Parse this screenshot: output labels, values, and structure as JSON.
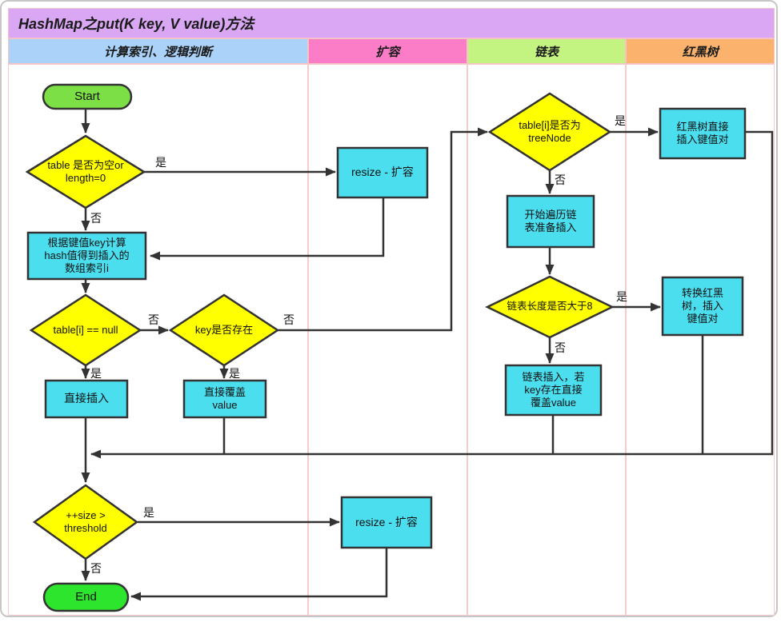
{
  "title": "HashMap之put(K key, V value)方法",
  "lanes": [
    {
      "label": "计算索引、逻辑判断",
      "color": "#abd2f8"
    },
    {
      "label": "扩容",
      "color": "#fb7cc7"
    },
    {
      "label": "链表",
      "color": "#c3f381"
    },
    {
      "label": "红黑树",
      "color": "#fab26d"
    }
  ],
  "nodes": {
    "start": {
      "label": "Start"
    },
    "d_empty": {
      "label": "table 是否为空or\nlength=0"
    },
    "box_hash": {
      "label": "根据键值key计算\nhash值得到插入的\n数组索引i"
    },
    "d_null": {
      "label": "table[i] == null"
    },
    "d_keyexist": {
      "label": "key是否存在"
    },
    "box_insert": {
      "label": "直接插入"
    },
    "box_override": {
      "label": "直接覆盖\nvalue"
    },
    "box_resize1": {
      "label": "resize - 扩容"
    },
    "d_treenode": {
      "label": "table[i]是否为\ntreeNode"
    },
    "box_traverse": {
      "label": "开始遍历链\n表准备插入"
    },
    "d_len8": {
      "label": "链表长度是否大于8"
    },
    "box_listinsert": {
      "label": "链表插入，若\nkey存在直接\n覆盖value"
    },
    "box_rbinsert": {
      "label": "红黑树直接\n插入键值对"
    },
    "box_rbconvert": {
      "label": "转换红黑\n树，插入\n键值对"
    },
    "d_size": {
      "label": "++size >\nthreshold"
    },
    "box_resize2": {
      "label": "resize - 扩容"
    },
    "end": {
      "label": "End"
    }
  },
  "edge_labels": {
    "yes": "是",
    "no": "否"
  },
  "colors": {
    "title_bg": "#d9a7f3",
    "decision_fill": "#ffff00",
    "process_fill": "#4adeee",
    "start_fill": "#7cdf45",
    "end_fill": "#2ee52e",
    "line": "#333333",
    "lane_border": "#f8caca"
  }
}
